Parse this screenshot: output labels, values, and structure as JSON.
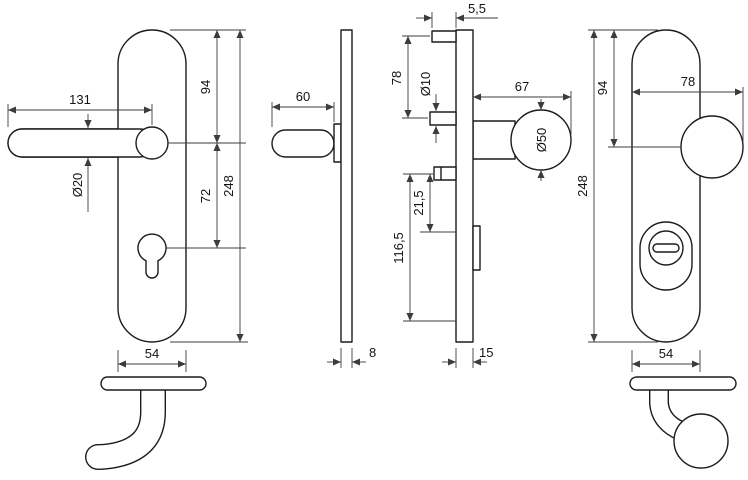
{
  "drawing": {
    "type": "door-handle-security-fitting-technical-drawing",
    "views": {
      "interior_front": {
        "lever_length": "131",
        "plate_top_to_handle": "94",
        "plate_height": "248",
        "handle_to_cylinder": "72",
        "lever_diameter": "Ø20",
        "plate_width": "54"
      },
      "interior_side": {
        "handle_projection": "60",
        "plate_thickness": "8"
      },
      "exterior_side": {
        "pin_offset": "5,5",
        "plate_top_to_spindle": "78",
        "spindle_diameter": "Ø10",
        "spindle_to_screw": "21,5",
        "screw_span": "116,5",
        "plate_thickness": "15",
        "knob_projection": "67",
        "knob_diameter": "Ø50"
      },
      "exterior_front": {
        "plate_top_to_knob": "94",
        "plate_height": "248",
        "overall_width": "78",
        "plate_width": "54"
      }
    }
  }
}
